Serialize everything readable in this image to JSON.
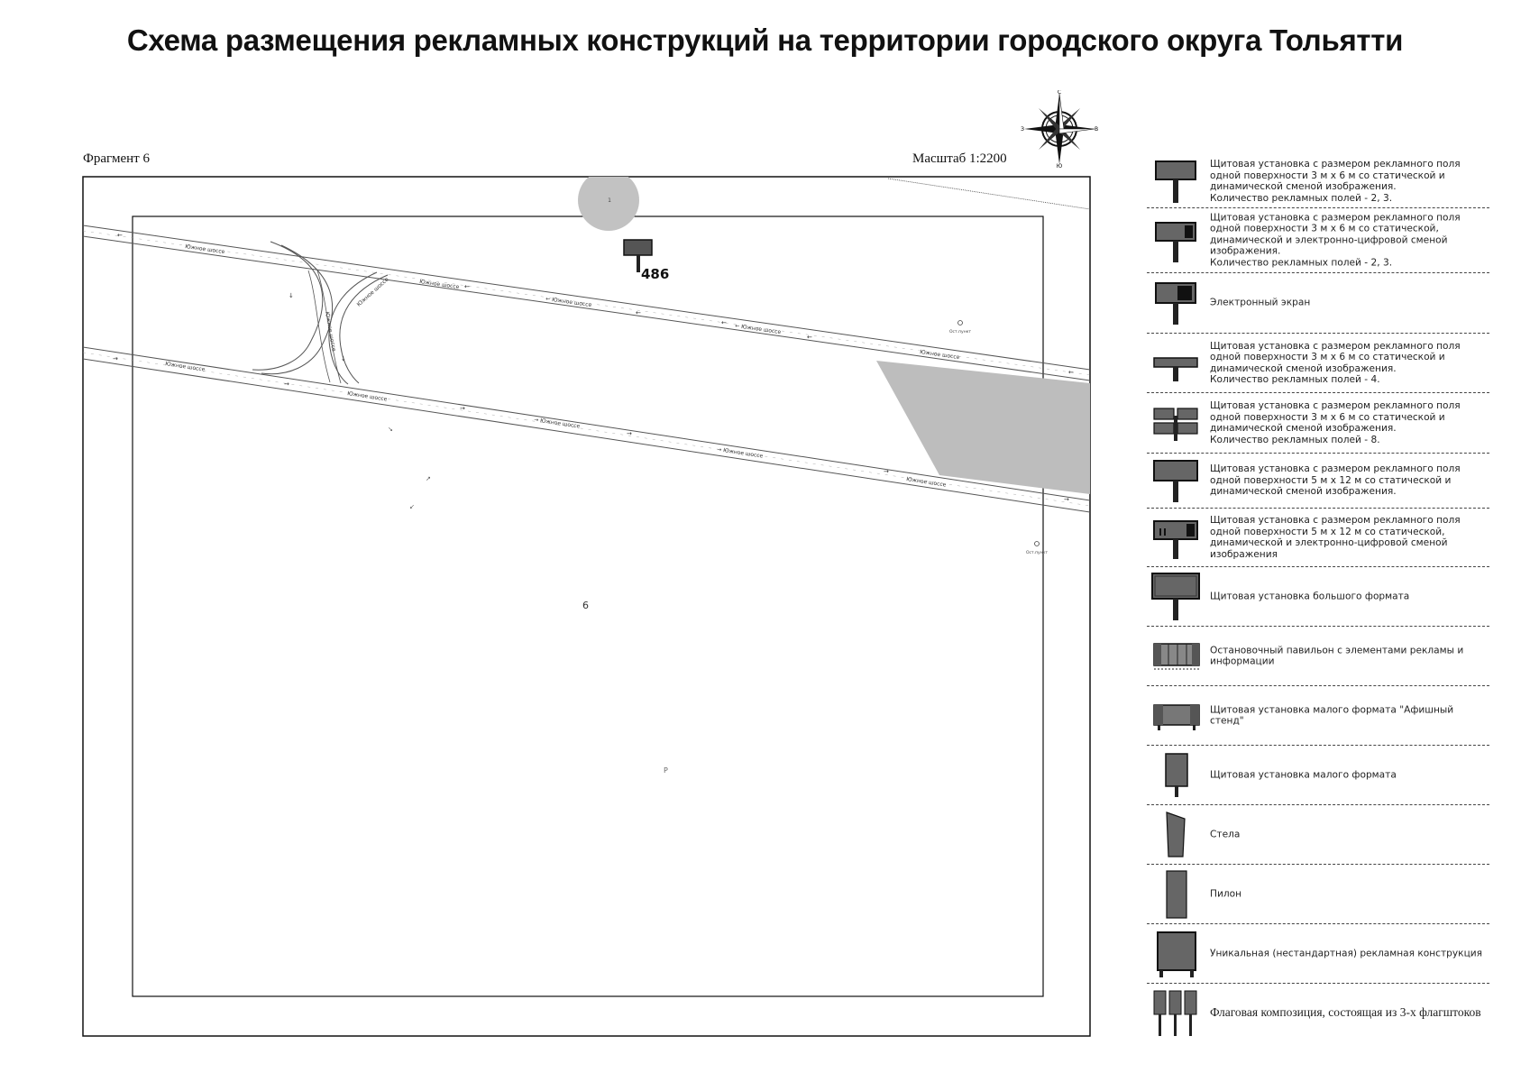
{
  "title": "Схема размещения рекламных конструкций на территории городского округа Тольятти",
  "fragment": "Фрагмент 6",
  "scale": "Масштаб 1:2200",
  "compass": {
    "n": "С",
    "s": "Ю",
    "w": "З",
    "e": "В"
  },
  "map": {
    "structure_number": "486",
    "circle_label": "1",
    "area_label": "6",
    "parking_label": "Р",
    "road_name": "Южное шоссе",
    "road_labels_upper": [
      "Южное шоссе",
      "Южное шоссе",
      "← Южное шоссе",
      "← Южное шоссе",
      "Южное шоссе"
    ],
    "road_labels_lower": [
      "Южное шоссе",
      "Южное шоссе",
      "→ Южное шоссе",
      "→ Южное шоссе",
      "Южное шоссе"
    ],
    "road_labels_ramps": [
      "Южное шоссе",
      "Южное шоссе"
    ],
    "stop_labels": [
      "Ост.пункт",
      "Ост.пункт"
    ]
  },
  "legend": [
    {
      "icon": "billboard-3x6-icon",
      "text": "Щитовая установка с размером рекламного поля одной поверхности 3 м х 6 м со статической и динамической сменой изображения.\nКоличество рекламных полей - 2, 3."
    },
    {
      "icon": "billboard-3x6-digital-icon",
      "text": "Щитовая установка с размером рекламного поля одной поверхности 3 м х 6 м со статической, динамической и электронно-цифровой сменой изображения.\nКоличество рекламных полей - 2, 3."
    },
    {
      "icon": "electronic-screen-icon",
      "text": "Электронный экран"
    },
    {
      "icon": "billboard-4-fields-icon",
      "text": "Щитовая установка с размером рекламного поля одной поверхности 3 м х 6 м со статической и динамической сменой изображения.\nКоличество рекламных полей - 4."
    },
    {
      "icon": "billboard-8-fields-icon",
      "text": "Щитовая установка с размером рекламного поля одной поверхности 3 м х 6 м со статической и динамической сменой изображения.\nКоличество рекламных полей - 8."
    },
    {
      "icon": "billboard-5x12-icon",
      "text": "Щитовая установка с размером рекламного поля одной поверхности 5 м х 12 м со статической и динамической сменой изображения."
    },
    {
      "icon": "billboard-5x12-digital-icon",
      "text": "Щитовая установка с размером рекламного поля одной поверхности 5 м х 12 м со статической, динамической и электронно-цифровой сменой изображения"
    },
    {
      "icon": "large-format-billboard-icon",
      "text": "Щитовая установка большого формата"
    },
    {
      "icon": "bus-stop-pavilion-icon",
      "text": "Остановочный павильон с элементами рекламы и информации"
    },
    {
      "icon": "poster-stand-icon",
      "text": "Щитовая установка малого формата \"Афишный стенд\""
    },
    {
      "icon": "small-format-billboard-icon",
      "text": "Щитовая установка малого формата"
    },
    {
      "icon": "stele-icon",
      "text": "Стела"
    },
    {
      "icon": "pylon-icon",
      "text": "Пилон"
    },
    {
      "icon": "unique-structure-icon",
      "text": "Уникальная (нестандартная) рекламная конструкция"
    },
    {
      "icon": "flag-composition-icon",
      "text": "Флаговая композиция, состоящая из 3-х флагштоков"
    }
  ]
}
